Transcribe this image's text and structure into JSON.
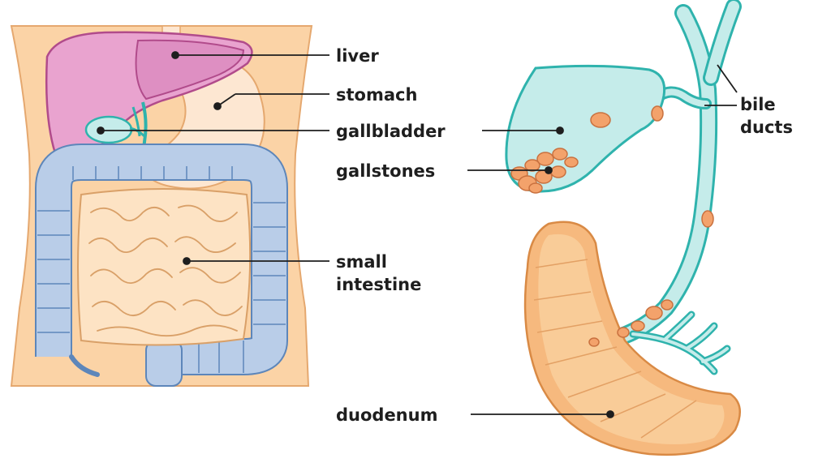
{
  "labels": {
    "liver": "liver",
    "stomach": "stomach",
    "gallbladder": "gallbladder",
    "gallstones": "gallstones",
    "small_intestine_line1": "small",
    "small_intestine_line2": "intestine",
    "bile_ducts_line1": "bile",
    "bile_ducts_line2": "ducts",
    "duodenum": "duodenum"
  },
  "colors": {
    "skin": "#fbd3a6",
    "skin_outline": "#e5a86f",
    "liver": "#e9a3cf",
    "liver_outline": "#b14b8b",
    "stomach": "#fde7d2",
    "colon": "#b9cde8",
    "colon_outline": "#5d86ba",
    "small_intestine": "#fde3c4",
    "small_intestine_outline": "#d9a068",
    "gallbladder": "#c5ecea",
    "gallbladder_outline": "#2fb3ad",
    "gallstone": "#f3a26b",
    "gallstone_outline": "#c9713f",
    "duodenum": "#f6b97e",
    "duodenum_outline": "#d98a45",
    "leader": "#1e1e1e"
  },
  "icons": [
    "abdomen-anatomy-illustration",
    "biliary-system-illustration"
  ]
}
